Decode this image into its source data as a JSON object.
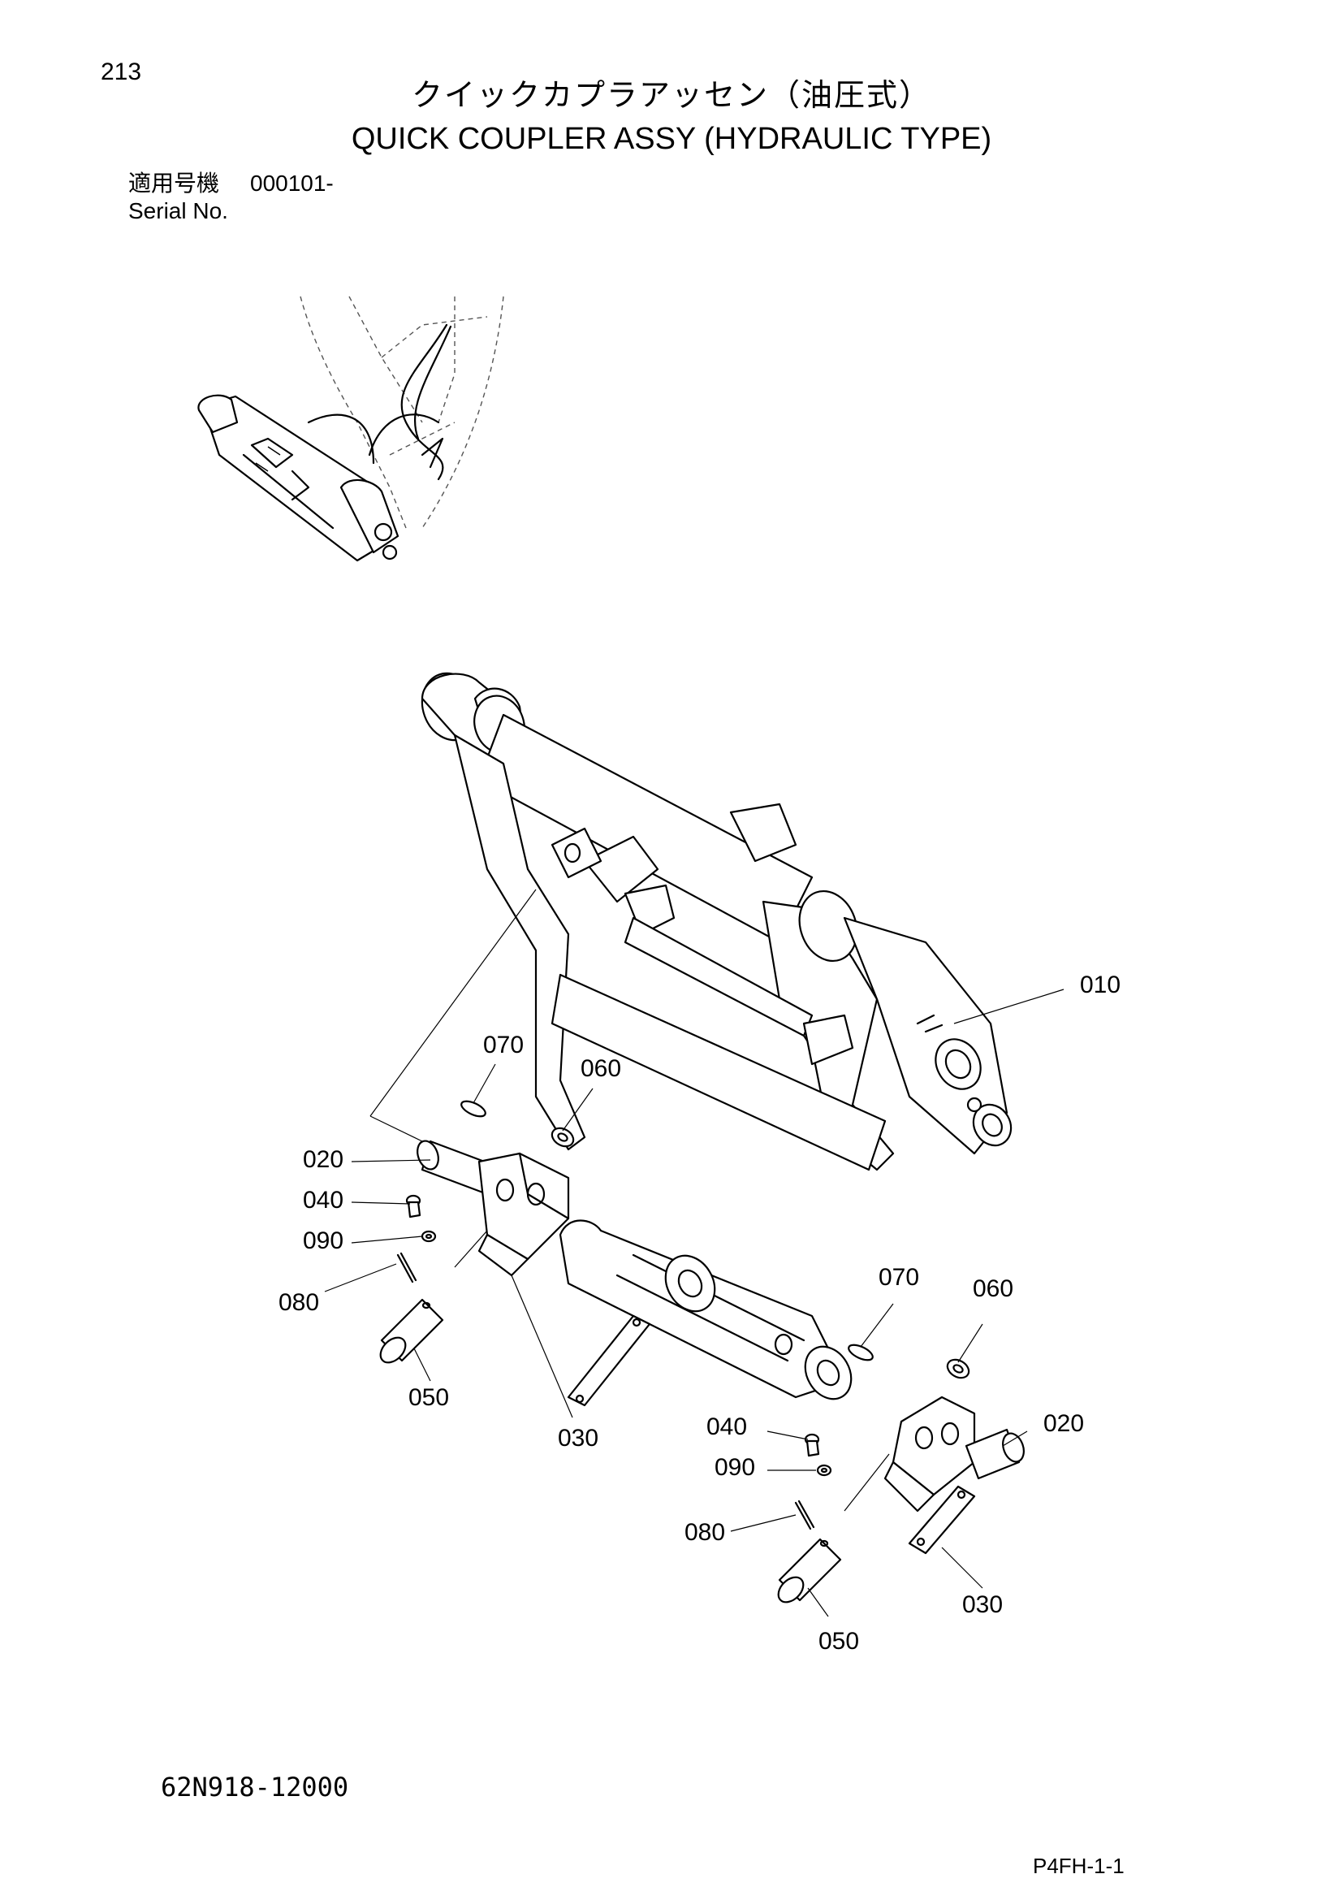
{
  "page": {
    "number": "213",
    "title_ja": "クイックカプラアッセン（油圧式）",
    "title_en": "QUICK COUPLER ASSY (HYDRAULIC TYPE)"
  },
  "serial": {
    "label_ja": "適用号機",
    "value": "000101-",
    "label_en": "Serial No."
  },
  "callouts": [
    "010",
    "020",
    "030",
    "040",
    "050",
    "060",
    "070",
    "080",
    "090"
  ],
  "footer": {
    "part_number": "62N918-12000",
    "page_code": "P4FH-1-1"
  }
}
